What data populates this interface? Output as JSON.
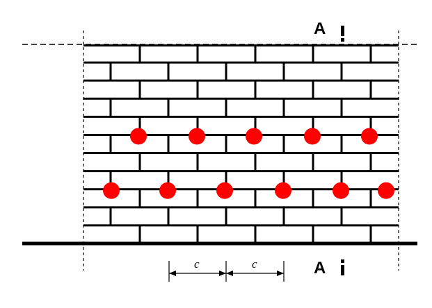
{
  "section_label_top": "A",
  "section_label_bottom": "A",
  "dimension_labels": [
    "c",
    "c"
  ],
  "colors": {
    "bricks": "#000000",
    "anchors": "#ff0000",
    "background": "#ffffff"
  }
}
